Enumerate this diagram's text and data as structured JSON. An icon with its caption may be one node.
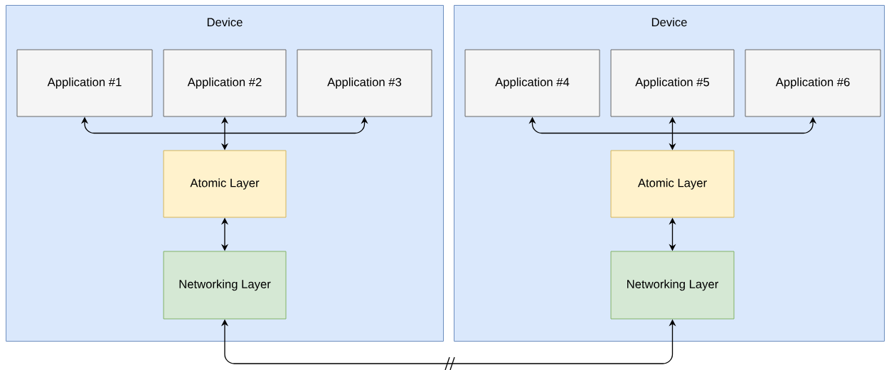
{
  "diagram": {
    "nodes": [
      {
        "text": [
          "Device"
        ]
      },
      {
        "text": [
          "Application #1"
        ],
        "in": 0
      },
      {
        "text": [
          "Application #2"
        ],
        "in": 0
      },
      {
        "text": [
          "Application #3"
        ],
        "in": 0
      },
      {
        "text": [
          "Atomic Layer"
        ],
        "in": 0
      },
      {
        "text": [
          "Networking Layer"
        ],
        "in": 0
      },
      {
        "text": [
          "Device"
        ]
      },
      {
        "text": [
          "Application #4"
        ],
        "in": 6
      },
      {
        "text": [
          "Application #5"
        ],
        "in": 6
      },
      {
        "text": [
          "Application #6"
        ],
        "in": 6
      },
      {
        "text": [
          "Atomic Layer"
        ],
        "in": 6
      },
      {
        "text": [
          "Networking Layer"
        ],
        "in": 6
      }
    ],
    "edges": [
      {
        "from": 4,
        "to": 1,
        "arrow": "both"
      },
      {
        "from": 4,
        "to": 2,
        "arrow": "both"
      },
      {
        "from": 4,
        "to": 3,
        "arrow": "both"
      },
      {
        "from": 4,
        "to": 5,
        "arrow": "both"
      },
      {
        "from": 10,
        "to": 7,
        "arrow": "both"
      },
      {
        "from": 10,
        "to": 8,
        "arrow": "both"
      },
      {
        "from": 10,
        "to": 9,
        "arrow": "both"
      },
      {
        "from": 10,
        "to": 11,
        "arrow": "both"
      },
      {
        "from": 5,
        "to": 11,
        "arrow": "both"
      }
    ]
  }
}
